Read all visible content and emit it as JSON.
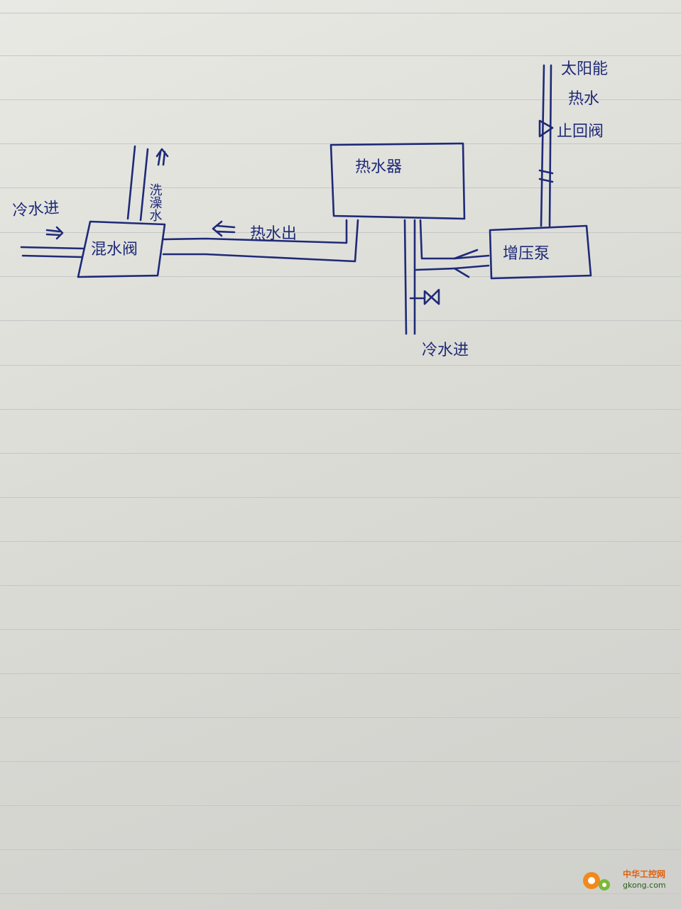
{
  "labels": {
    "cold_in_left": "冷水进",
    "to_shower": "洗澡水",
    "mixing_valve": "混水阀",
    "hot_water_out": "热水出",
    "water_heater": "热水器",
    "booster_pump": "增压泵",
    "solar_line1": "太阳能",
    "solar_line2": "热水",
    "check_valve": "止回阀",
    "cold_in_bottom": "冷水进"
  },
  "watermark": {
    "title": "中华工控网",
    "url": "gkong.com"
  },
  "colors": {
    "ink": "#1e2a78",
    "paper": "#e2e2dd",
    "ruled": "#c4c6c8"
  }
}
